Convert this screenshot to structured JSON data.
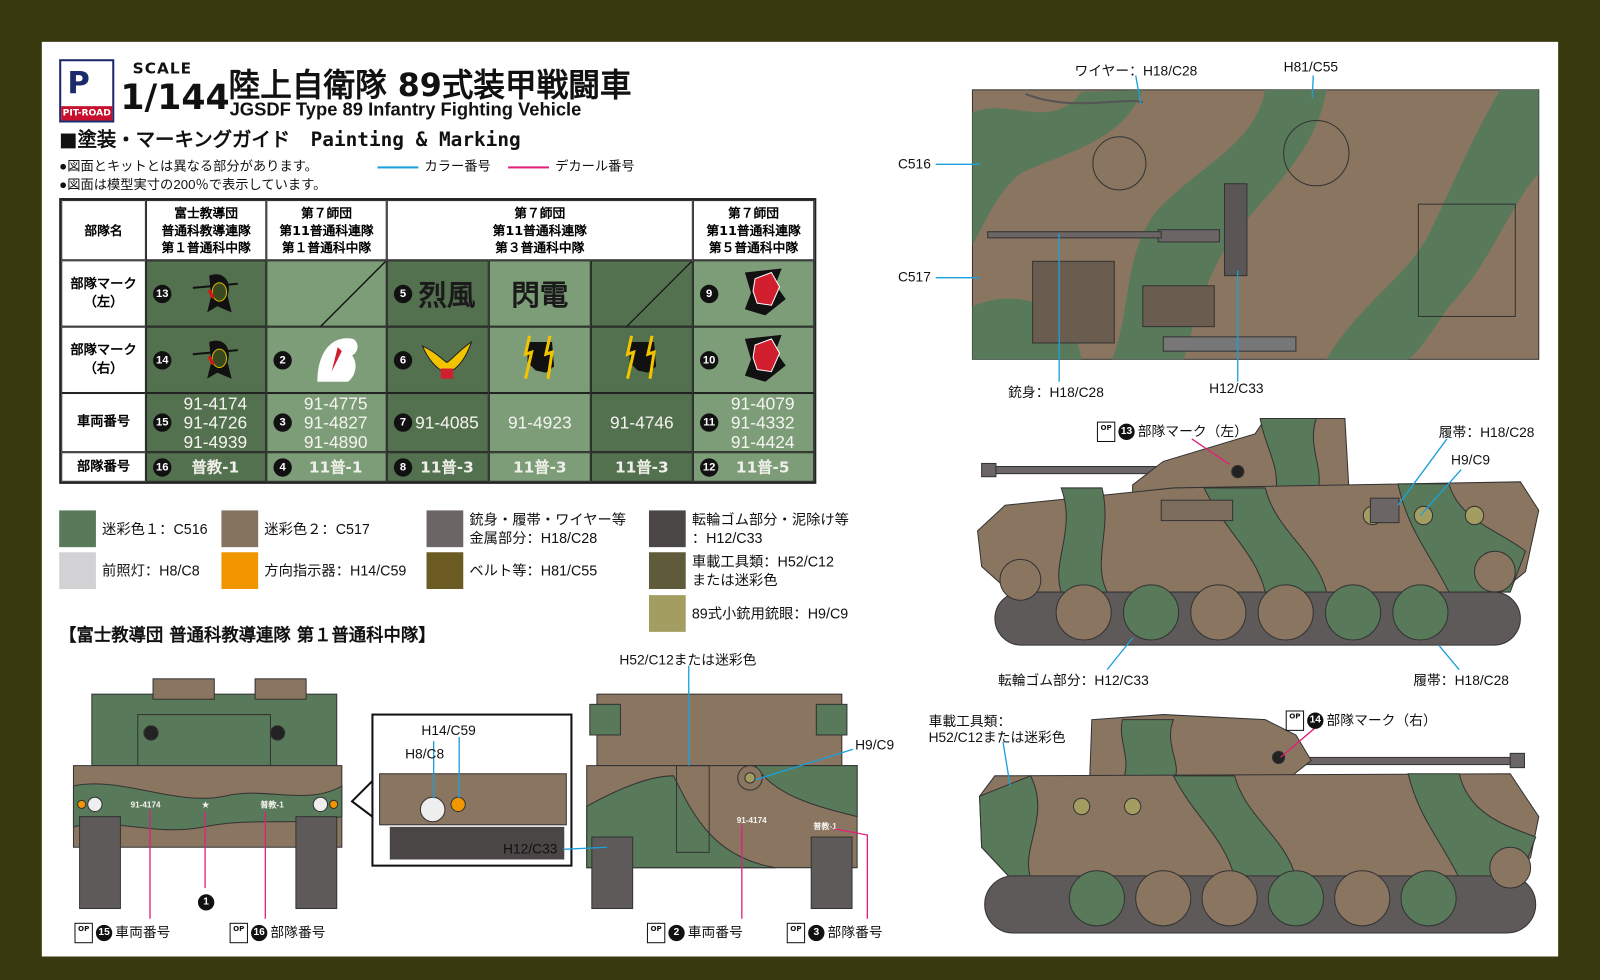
{
  "header": {
    "brand": "PIT-ROAD",
    "scale_label": "SCALE",
    "scale_ratio": "1/144",
    "title_jp": "陸上自衛隊 89式装甲戦闘車",
    "title_en": "JGSDF Type 89 Infantry Fighting Vehicle",
    "guide_jp": "■塗装・マーキングガイド",
    "guide_en": "Painting & Marking",
    "note1": "●図面とキットとは異なる部分があります。",
    "note2": "●図面は模型実寸の200％で表示しています。",
    "legend_color": "カラー番号",
    "legend_decal": "デカール番号"
  },
  "colors": {
    "leader_color": "#1aa0dc",
    "leader_decal": "#e0207a",
    "camo_green": "#587a5a",
    "camo_brown": "#8a7560"
  },
  "table": {
    "corner": "部隊名",
    "columns": [
      {
        "lines": [
          "富士教導団",
          "普通科教導連隊",
          "第１普通科中隊"
        ],
        "span": 1
      },
      {
        "lines": [
          "第７師団",
          "第11普通科連隊",
          "第１普通科中隊"
        ],
        "span": 1
      },
      {
        "lines": [
          "第７師団",
          "第11普通科連隊",
          "第３普通科中隊"
        ],
        "span": 3
      },
      {
        "lines": [
          "第７師団",
          "第11普通科連隊",
          "第５普通科中隊"
        ],
        "span": 1
      }
    ],
    "rows": [
      {
        "label": [
          "部隊マーク",
          "（左）"
        ],
        "cells": [
          {
            "num": "13",
            "emblem": "knight-emblem-icon"
          },
          {
            "empty": true
          },
          {
            "num": "5",
            "text": "烈風"
          },
          {
            "text": "閃電"
          },
          {
            "empty": true
          },
          {
            "num": "9",
            "emblem": "hornet-emblem-icon"
          }
        ]
      },
      {
        "label": [
          "部隊マーク",
          "（右）"
        ],
        "cells": [
          {
            "num": "14",
            "emblem": "knight-emblem-icon"
          },
          {
            "num": "2",
            "emblem": "white-eagle-emblem-icon"
          },
          {
            "num": "6",
            "emblem": "yellow-eagle-emblem-icon"
          },
          {
            "emblem": "panther-lightning-emblem-icon"
          },
          {
            "emblem": "panther-lightning-emblem-icon"
          },
          {
            "num": "10",
            "emblem": "hornet-emblem-icon"
          }
        ]
      },
      {
        "label": [
          "車両番号"
        ],
        "cells": [
          {
            "num": "15",
            "values": [
              "91-4174",
              "91-4726",
              "91-4939"
            ]
          },
          {
            "num": "3",
            "values": [
              "91-4775",
              "91-4827",
              "91-4890"
            ]
          },
          {
            "num": "7",
            "values": [
              "91-4085"
            ]
          },
          {
            "values": [
              "91-4923"
            ]
          },
          {
            "values": [
              "91-4746"
            ]
          },
          {
            "num": "11",
            "values": [
              "91-4079",
              "91-4332",
              "91-4424"
            ]
          }
        ]
      },
      {
        "label": [
          "部隊番号"
        ],
        "cells": [
          {
            "num": "16",
            "unit": "普教-1"
          },
          {
            "num": "4",
            "unit": "11普-1"
          },
          {
            "num": "8",
            "unit": "11普-3"
          },
          {
            "unit": "11普-3"
          },
          {
            "unit": "11普-3"
          },
          {
            "num": "12",
            "unit": "11普-5"
          }
        ]
      }
    ]
  },
  "swatches": [
    {
      "color": "#587a5a",
      "label": [
        "迷彩色１：C516"
      ]
    },
    {
      "color": "#857360",
      "label": [
        "迷彩色２：C517"
      ]
    },
    {
      "color": "#6c6565",
      "label": [
        "銃身・履帯・ワイヤー等",
        "金属部分：H18/C28"
      ]
    },
    {
      "color": "#4a4646",
      "label": [
        "転輪ゴム部分・泥除け等",
        "：H12/C33"
      ]
    },
    {
      "color": "#d2d2d4",
      "label": [
        "前照灯：H8/C8"
      ]
    },
    {
      "color": "#f29600",
      "label": [
        "方向指示器：H14/C59"
      ]
    },
    {
      "color": "#6b5a22",
      "label": [
        "ベルト等：H81/C55"
      ]
    },
    {
      "color": "#5e5a3a",
      "label": [
        "車載工具類：H52/C12",
        "または迷彩色"
      ]
    },
    {
      "color": "#a39d62",
      "label": [
        "89式小銃用銃眼：H9/C9"
      ]
    }
  ],
  "section_title": "【富士教導団 普通科教導連隊 第１普通科中隊】",
  "callouts": {
    "wire": "ワイヤー：H18/C28",
    "belt": "H81/C55",
    "c516": "C516",
    "c517": "C517",
    "barrel": "銃身：H18/C28",
    "h12_top": "H12/C33",
    "mark_left": "部隊マーク（左）",
    "mark_left_num": "13",
    "track_top": "履帯：H18/C28",
    "h9_side": "H9/C9",
    "roadwheel": "転輪ゴム部分：H12/C33",
    "track_bottom": "履帯：H18/C28",
    "tools_1": "車載工具類：",
    "tools_2": "H52/C12または迷彩色",
    "mark_right": "部隊マーク（右）",
    "mark_right_num": "14",
    "rear_tools": "H52/C12または迷彩色",
    "rear_h9": "H9/C9",
    "rear_h12": "H12/C33",
    "inset_h14": "H14/C59",
    "inset_h8": "H8/C8",
    "front_decal_num": "1",
    "front_vehicle_no_num": "15",
    "front_vehicle_no": "車両番号",
    "front_unit_no_num": "16",
    "front_unit_no": "部隊番号",
    "rear_vehicle_no_num": "2",
    "rear_vehicle_no": "車両番号",
    "rear_unit_no_num": "3",
    "rear_unit_no": "部隊番号",
    "op_label": "OP"
  },
  "decals": {
    "vehicle_no": "91-4174",
    "unit_no": "普教-1"
  }
}
